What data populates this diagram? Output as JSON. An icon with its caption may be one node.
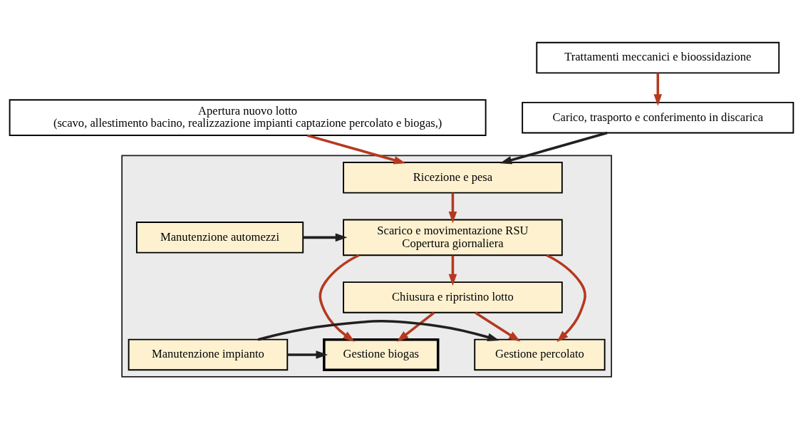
{
  "diagram": {
    "nodes": [
      {
        "text": [],
        "shape": "box"
      },
      {
        "text": [
          "Apertura nuovo lotto",
          "(scavo, allestimento bacino, realizzazione impianti captazione percolato e biogas,)"
        ]
      },
      {
        "text": [
          "Trattamenti meccanici e bioossidazione"
        ]
      },
      {
        "text": [
          "Carico, trasporto e conferimento in discarica"
        ]
      },
      {
        "text": [
          "Ricezione e pesa"
        ],
        "in": 0
      },
      {
        "text": [
          "Scarico e movimentazione RSU",
          "Copertura giornaliera"
        ],
        "in": 0
      },
      {
        "text": [
          "Manutenzione automezzi"
        ],
        "in": 0
      },
      {
        "text": [
          "Chiusura e ripristino lotto"
        ],
        "in": 0
      },
      {
        "text": [
          "Gestione biogas"
        ],
        "in": 0
      },
      {
        "text": [
          "Manutenzione impianto"
        ],
        "in": 0
      },
      {
        "text": [
          "Gestione percolato"
        ],
        "in": 0
      }
    ],
    "edges": [
      {
        "from": 1,
        "to": 4,
        "arrow": "to"
      },
      {
        "from": 2,
        "to": 3,
        "arrow": "to"
      },
      {
        "from": 3,
        "to": 4,
        "arrow": "to",
        "color": "#231f20"
      },
      {
        "from": 4,
        "to": 5,
        "arrow": "to"
      },
      {
        "from": 6,
        "to": 5,
        "arrow": "to",
        "color": "#231f20"
      },
      {
        "from": 5,
        "to": 7,
        "arrow": "to"
      },
      {
        "from": 5,
        "to": 8,
        "arrow": "to"
      },
      {
        "from": 7,
        "to": 8,
        "arrow": "to"
      },
      {
        "from": 5,
        "to": 10,
        "arrow": "to"
      },
      {
        "from": 7,
        "to": 10,
        "arrow": "to"
      },
      {
        "from": 9,
        "to": 8,
        "arrow": "to",
        "color": "#231f20"
      },
      {
        "from": 9,
        "to": 10,
        "arrow": "to",
        "color": "#231f20"
      }
    ]
  }
}
